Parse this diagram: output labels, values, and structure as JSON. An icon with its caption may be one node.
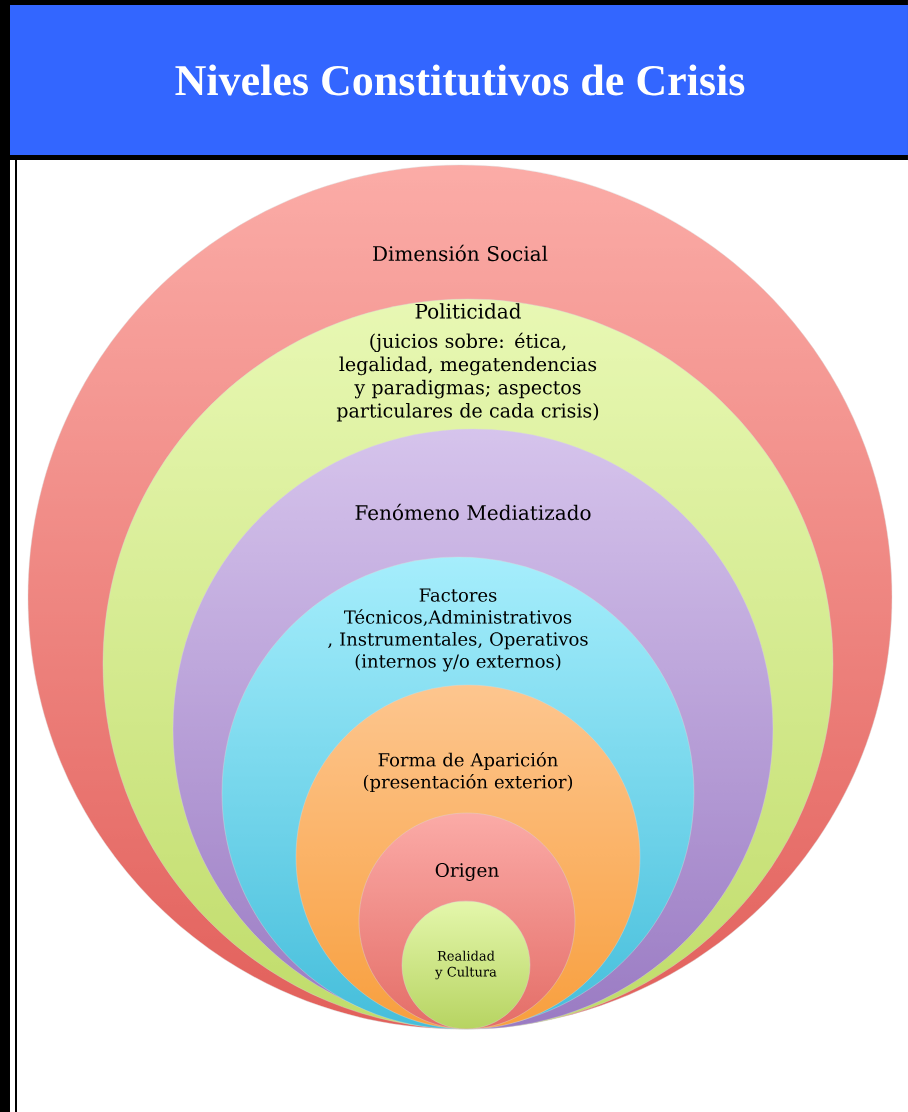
{
  "diagram": {
    "title": "Niveles Constitutivos de Crisis",
    "nodes": [
      {
        "text": [
          "Dimensión Social"
        ]
      },
      {
        "text": [
          "Politicidad",
          "(juicios sobre: ética, legalidad, megatendencias y paradigmas; aspectos particulares de cada crisis)"
        ],
        "in": 0
      },
      {
        "text": [
          "Fenómeno Mediatizado"
        ],
        "in": 1
      },
      {
        "text": [
          "Factores Técnicos,Administrativos , Instrumentales, Operativos (internos y/o externos)"
        ],
        "in": 2
      },
      {
        "text": [
          "Forma de Aparición (presentación exterior)"
        ],
        "in": 3
      },
      {
        "text": [
          "Origen"
        ],
        "in": 4
      },
      {
        "text": [
          "Realidad y Cultura"
        ],
        "in": 5
      }
    ]
  }
}
